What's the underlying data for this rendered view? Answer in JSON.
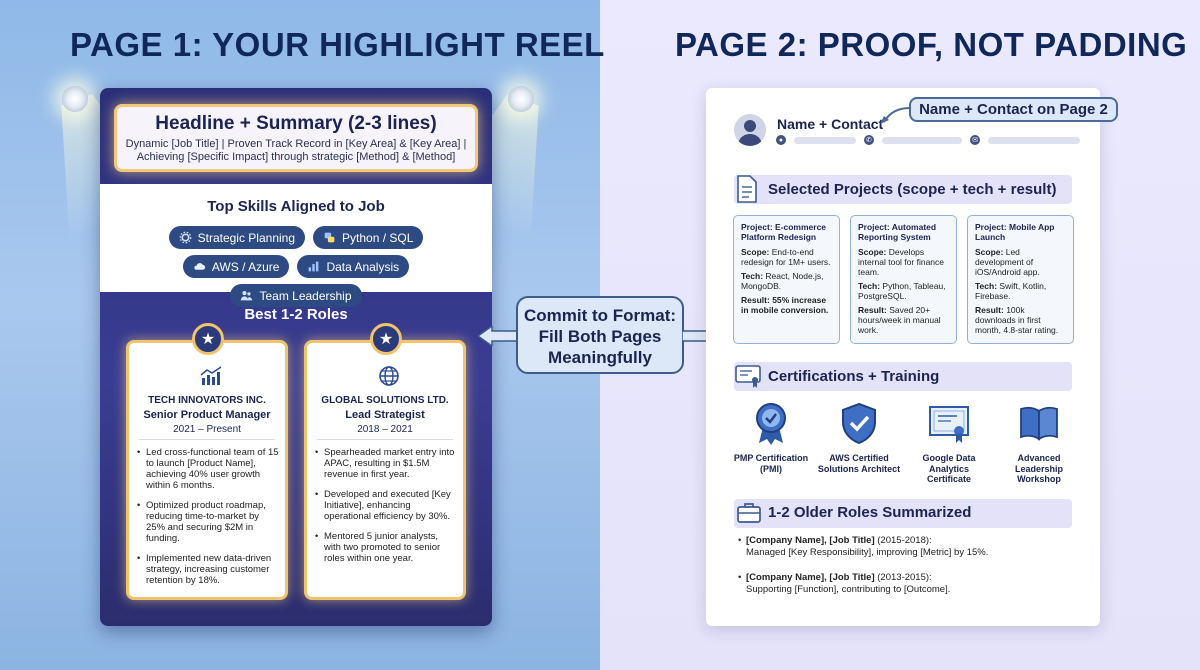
{
  "headings": {
    "page1": "PAGE 1: YOUR HIGHLIGHT REEL",
    "page2": "PAGE 2: PROOF, NOT PADDING"
  },
  "page1": {
    "headline_title": "Headline + Summary (2-3 lines)",
    "headline_sub": "Dynamic [Job Title] | Proven Track Record in [Key Area] & [Key Area] | Achieving [Specific Impact] through strategic [Method] & [Method]",
    "skills_title": "Top Skills Aligned to Job",
    "skills": [
      {
        "label": "Strategic Planning",
        "icon": "gear-icon"
      },
      {
        "label": "Python / SQL",
        "icon": "python-icon"
      },
      {
        "label": "AWS / Azure",
        "icon": "cloud-icon"
      },
      {
        "label": "Data Analysis",
        "icon": "bar-chart-icon"
      },
      {
        "label": "Team Leadership",
        "icon": "people-icon"
      }
    ],
    "roles_title": "Best 1-2 Roles",
    "roles": [
      {
        "icon": "trend-chart-icon",
        "company": "TECH INNOVATORS INC.",
        "title": "Senior Product Manager",
        "years": "2021 – Present",
        "bullets": [
          "Led cross-functional team of 15 to launch [Product Name], achieving 40% user growth within 6 months.",
          "Optimized product roadmap, reducing time-to-market by 25% and securing $2M in funding.",
          "Implemented new data-driven strategy, increasing customer retention by 18%."
        ]
      },
      {
        "icon": "globe-icon",
        "company": "GLOBAL SOLUTIONS LTD.",
        "title": "Lead Strategist",
        "years": "2018 – 2021",
        "bullets": [
          "Spearheaded market entry into APAC, resulting in $1.5M revenue in first year.",
          "Developed and executed [Key Initiative], enhancing operational efficiency by 30%.",
          "Mentored 5 junior analysts, with two promoted to senior roles within one year."
        ]
      }
    ]
  },
  "center_callout": "Commit to Format: Fill Both Pages Meaningfully",
  "page2": {
    "name_contact": "Name + Contact",
    "callout": "Name + Contact on Page 2",
    "projects_title": "Selected Projects (scope + tech + result)",
    "projects": [
      {
        "title": "Project: E-commerce Platform Redesign",
        "scope": "End-to-end redesign for 1M+ users.",
        "tech": "React, Node.js, MongoDB.",
        "result": "55% increase in mobile conversion."
      },
      {
        "title": "Project: Automated Reporting System",
        "scope": "Develops internal tool for finance team.",
        "tech": "Python, Tableau, PostgreSQL.",
        "result": "Saved 20+ hours/week in manual work."
      },
      {
        "title": "Project: Mobile App Launch",
        "scope": "Led development of iOS/Android app.",
        "tech": "Swift, Kotlin, Firebase.",
        "result": "100k downloads in first month, 4.8-star rating."
      }
    ],
    "labels": {
      "scope": "Scope:",
      "tech": "Tech:",
      "result": "Result:"
    },
    "certs_title": "Certifications + Training",
    "certs": [
      {
        "label": "PMP Certification (PMI)",
        "icon": "ribbon-badge-icon"
      },
      {
        "label": "AWS Certified Solutions Architect",
        "icon": "shield-check-icon"
      },
      {
        "label": "Google Data Analytics Certificate",
        "icon": "certificate-icon"
      },
      {
        "label": "Advanced Leadership Workshop",
        "icon": "book-icon"
      }
    ],
    "older_title": "1-2 Older Roles Summarized",
    "older": [
      {
        "head": "[Company Name], [Job Title]",
        "years": "(2015-2018):",
        "text": "Managed [Key Responsibility], improving [Metric] by 15%."
      },
      {
        "head": "[Company Name], [Job Title]",
        "years": "(2013-2015):",
        "text": "Supporting [Function], contributing to [Outcome]."
      }
    ]
  }
}
